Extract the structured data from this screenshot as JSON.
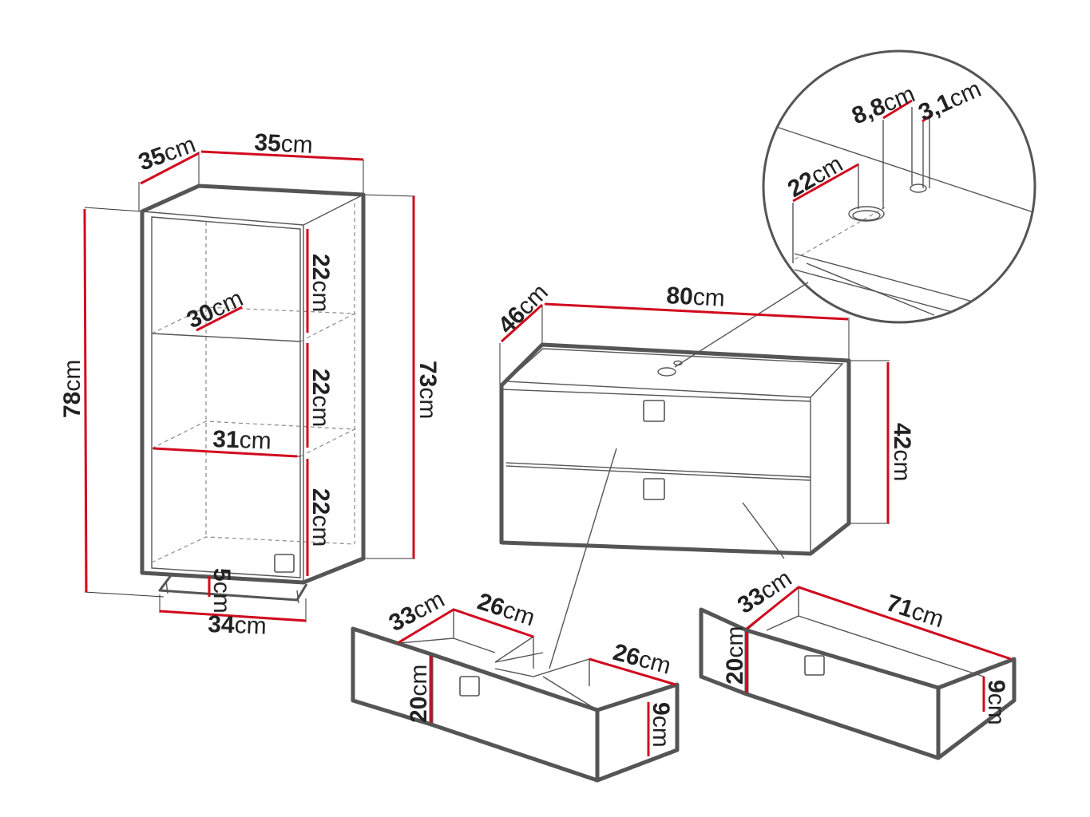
{
  "colors": {
    "outline": "#555555",
    "dimension_line": "#d10a1e",
    "text": "#222222",
    "background": "#ffffff"
  },
  "unit": "cm",
  "cabinet": {
    "depth": "35",
    "width": "35",
    "height_total": "78",
    "height_body": "73",
    "shelf_depth": "30",
    "shelf_width": "31",
    "compartment_1": "22",
    "compartment_2": "22",
    "compartment_3": "22",
    "leg_height": "5",
    "base_width": "34"
  },
  "vanity": {
    "depth": "46",
    "width": "80",
    "height": "42"
  },
  "detail": {
    "tap_offset": "8,8",
    "hole_diameter": "3,1",
    "edge_offset": "22"
  },
  "double_drawer": {
    "depth": "33",
    "compartment_left": "26",
    "compartment_right": "26",
    "front_height": "20",
    "inner_height": "9"
  },
  "single_drawer": {
    "depth": "33",
    "width": "71",
    "front_height": "20",
    "inner_height": "9"
  }
}
